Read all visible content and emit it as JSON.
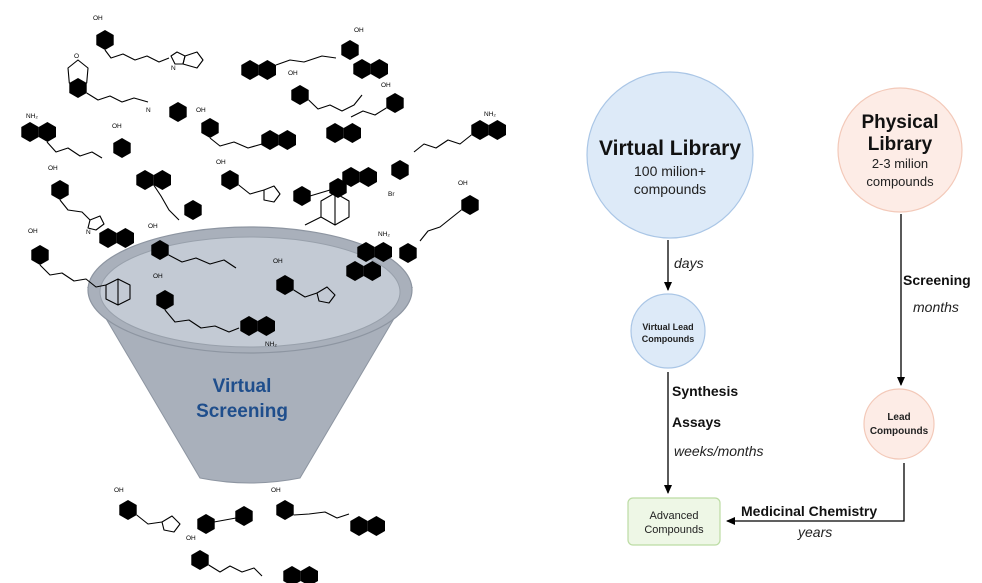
{
  "funnel": {
    "label_line1": "Virtual",
    "label_line2": "Screening"
  },
  "virtual_library": {
    "title": "Virtual Library",
    "subtitle_line1": "100 milion+",
    "subtitle_line2": "compounds"
  },
  "physical_library": {
    "title_line1": "Physical",
    "title_line2": "Library",
    "subtitle_line1": "2-3 milion",
    "subtitle_line2": "compounds"
  },
  "virtual_lead": {
    "line1": "Virtual Lead",
    "line2": "Compounds"
  },
  "lead": {
    "line1": "Lead",
    "line2": "Compounds"
  },
  "advanced": {
    "line1": "Advanced",
    "line2": "Compounds"
  },
  "arrows": {
    "days": "days",
    "synthesis": "Synthesis",
    "assays": "Assays",
    "weeks_months": "weeks/months",
    "screening": "Screening",
    "months": "months",
    "med_chem": "Medicinal Chemistry",
    "years": "years"
  },
  "atom_labels": {
    "oh": "OH",
    "o": "O",
    "n": "N",
    "nh2": "NH₂",
    "br": "Br"
  },
  "colors": {
    "funnel": "#a9b0bb",
    "funnel_rim": "#c3cad4",
    "funnel_text": "#1f4e8c",
    "virtual_fill": "#ddeaf8",
    "virtual_stroke": "#aac6e6",
    "physical_fill": "#fdece6",
    "physical_stroke": "#f3c9b9",
    "advanced_fill": "#eef7e6",
    "advanced_stroke": "#bcdca4"
  }
}
